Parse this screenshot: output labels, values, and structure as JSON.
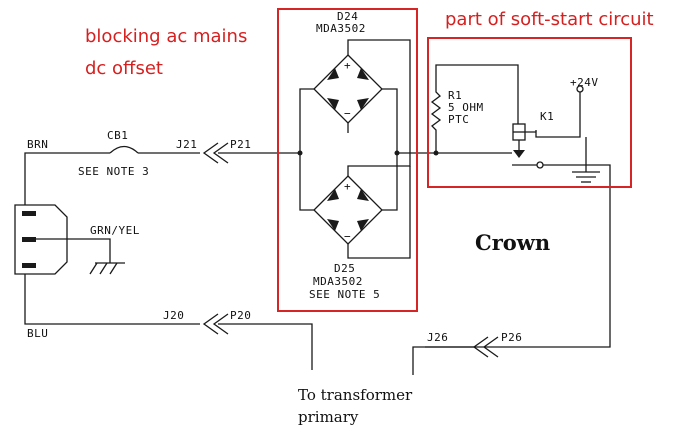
{
  "annotations": {
    "blocking_line1": "blocking ac mains",
    "blocking_line2": "dc offset",
    "softstart": "part of soft-start circuit"
  },
  "components": {
    "d24_ref": "D24",
    "d24_part": "MDA3502",
    "d25_ref": "D25",
    "d25_part": "MDA3502",
    "d25_note": "SEE NOTE 5",
    "r1_ref": "R1",
    "r1_value": "5 OHM",
    "r1_type": "PTC",
    "k1_ref": "K1",
    "supply": "+24V",
    "cb1_ref": "CB1",
    "cb1_note": "SEE NOTE 3"
  },
  "wires": {
    "brn": "BRN",
    "blu": "BLU",
    "grn_yel": "GRN/YEL"
  },
  "connectors": {
    "j21": "J21",
    "p21": "P21",
    "j20": "J20",
    "p20": "P20",
    "j26": "J26",
    "p26": "P26"
  },
  "brand": "Crown",
  "transformer_note_line1": "To transformer",
  "transformer_note_line2": "primary",
  "colors": {
    "highlight": "#d62020",
    "ink": "#1a1a1a"
  }
}
